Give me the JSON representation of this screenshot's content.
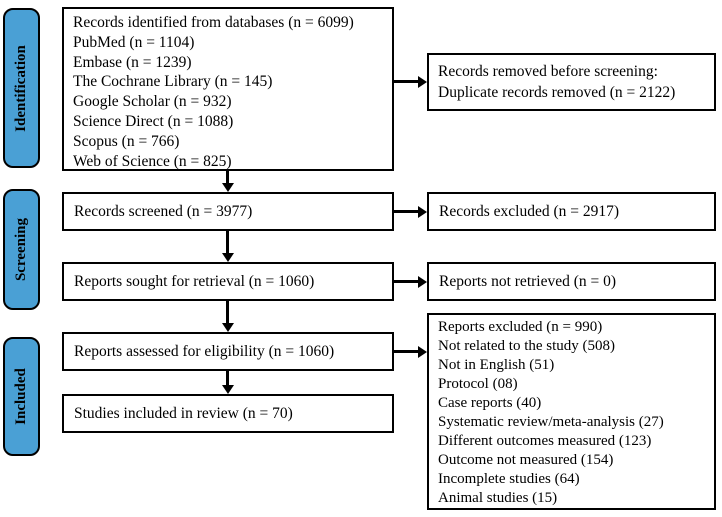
{
  "stages": {
    "identification": "Identification",
    "screening": "Screening",
    "included": "Included"
  },
  "main": {
    "box1": {
      "lines": [
        "Records identified from databases (n = 6099)",
        "PubMed (n = 1104)",
        "Embase (n = 1239)",
        "The Cochrane Library (n = 145)",
        "Google Scholar (n = 932)",
        "Science Direct (n = 1088)",
        "Scopus (n = 766)",
        "Web of Science (n = 825)"
      ]
    },
    "box2": {
      "label": "Records screened (n = 3977)"
    },
    "box3": {
      "label": "Reports sought for retrieval (n = 1060)"
    },
    "box4": {
      "label": "Reports assessed for eligibility (n = 1060)"
    },
    "box5": {
      "label": "Studies included in review (n = 70)"
    }
  },
  "side": {
    "box1": {
      "lines": [
        "Records removed before screening:",
        "Duplicate records removed (n = 2122)"
      ]
    },
    "box2": {
      "label": "Records excluded (n = 2917)"
    },
    "box3": {
      "label": "Reports not retrieved (n = 0)"
    },
    "box4": {
      "lines": [
        "Reports excluded (n = 990)",
        "Not related to the study (508)",
        "Not in English (51)",
        "Protocol (08)",
        "Case reports (40)",
        "Systematic review/meta-analysis (27)",
        "Different outcomes measured (123)",
        "Outcome not measured (154)",
        "Incomplete studies (64)",
        "Animal studies (15)"
      ]
    }
  },
  "colors": {
    "stage_fill": "#4AA0D5",
    "border": "#000000",
    "background": "#FFFFFF"
  }
}
